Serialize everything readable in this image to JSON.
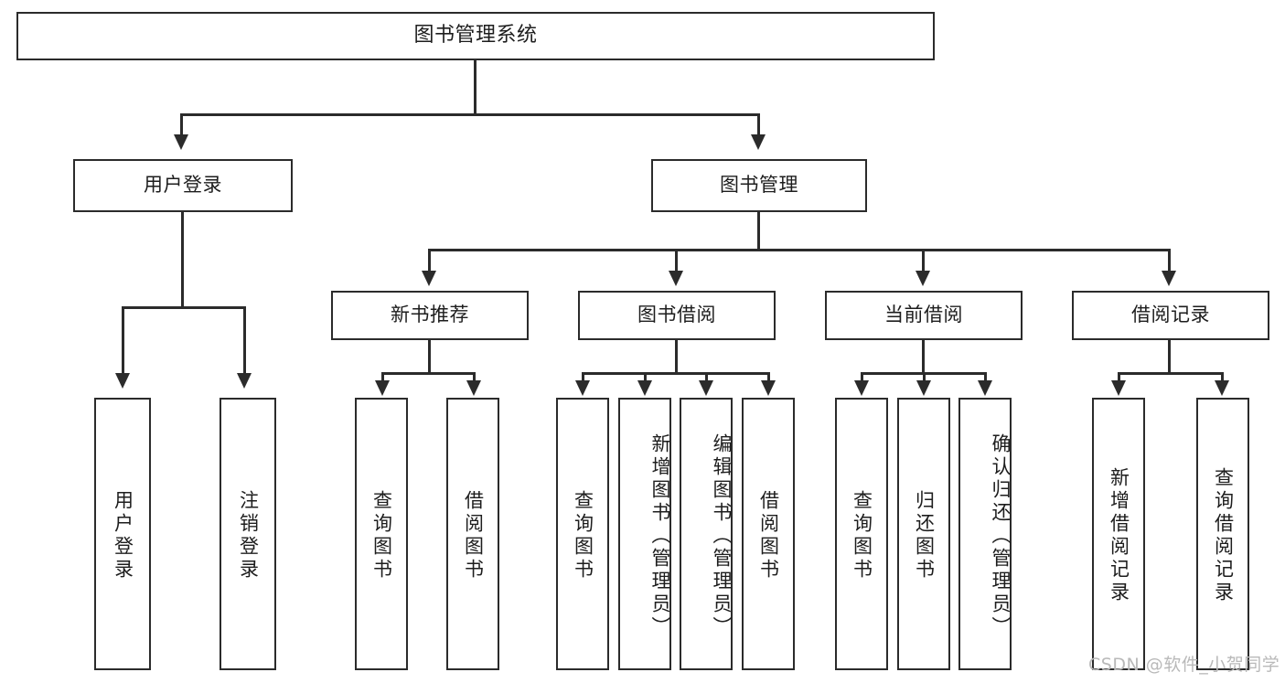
{
  "diagram": {
    "type": "tree",
    "title": "图书管理系统",
    "orientation": "top-down",
    "root": {
      "id": "root",
      "label": "图书管理系统"
    },
    "level2": [
      {
        "id": "user-login",
        "label": "用户登录"
      },
      {
        "id": "book-management",
        "label": "图书管理"
      }
    ],
    "level3": [
      {
        "id": "new-book-recommend",
        "label": "新书推荐",
        "parent": "book-management"
      },
      {
        "id": "book-borrow",
        "label": "图书借阅",
        "parent": "book-management"
      },
      {
        "id": "current-borrow",
        "label": "当前借阅",
        "parent": "book-management"
      },
      {
        "id": "borrow-record",
        "label": "借阅记录",
        "parent": "book-management"
      }
    ],
    "leaves": [
      {
        "id": "leaf-user-login",
        "label": "用户登录",
        "parent": "user-login"
      },
      {
        "id": "leaf-logout",
        "label": "注销登录",
        "parent": "user-login"
      },
      {
        "id": "leaf-query-book-1",
        "label": "查询图书",
        "parent": "new-book-recommend"
      },
      {
        "id": "leaf-borrow-book-1",
        "label": "借阅图书",
        "parent": "new-book-recommend"
      },
      {
        "id": "leaf-query-book-2",
        "label": "查询图书",
        "parent": "book-borrow"
      },
      {
        "id": "leaf-add-book",
        "label": "新增图书（管理员）",
        "parent": "book-borrow"
      },
      {
        "id": "leaf-edit-book",
        "label": "编辑图书（管理员）",
        "parent": "book-borrow"
      },
      {
        "id": "leaf-borrow-book-2",
        "label": "借阅图书",
        "parent": "book-borrow"
      },
      {
        "id": "leaf-query-book-3",
        "label": "查询图书",
        "parent": "current-borrow"
      },
      {
        "id": "leaf-return-book",
        "label": "归还图书",
        "parent": "current-borrow"
      },
      {
        "id": "leaf-confirm-return",
        "label": "确认归还（管理员）",
        "parent": "current-borrow"
      },
      {
        "id": "leaf-add-record",
        "label": "新增借阅记录",
        "parent": "borrow-record"
      },
      {
        "id": "leaf-query-record",
        "label": "查询借阅记录",
        "parent": "borrow-record"
      }
    ]
  },
  "watermark": {
    "text": "CSDN @软件_小贺同学"
  },
  "colors": {
    "line": "#2b2b2b",
    "box_border": "#2b2b2b",
    "box_fill": "#ffffff",
    "text": "#1d1d1d",
    "watermark": "#b9b9b9",
    "background": "#ffffff"
  }
}
